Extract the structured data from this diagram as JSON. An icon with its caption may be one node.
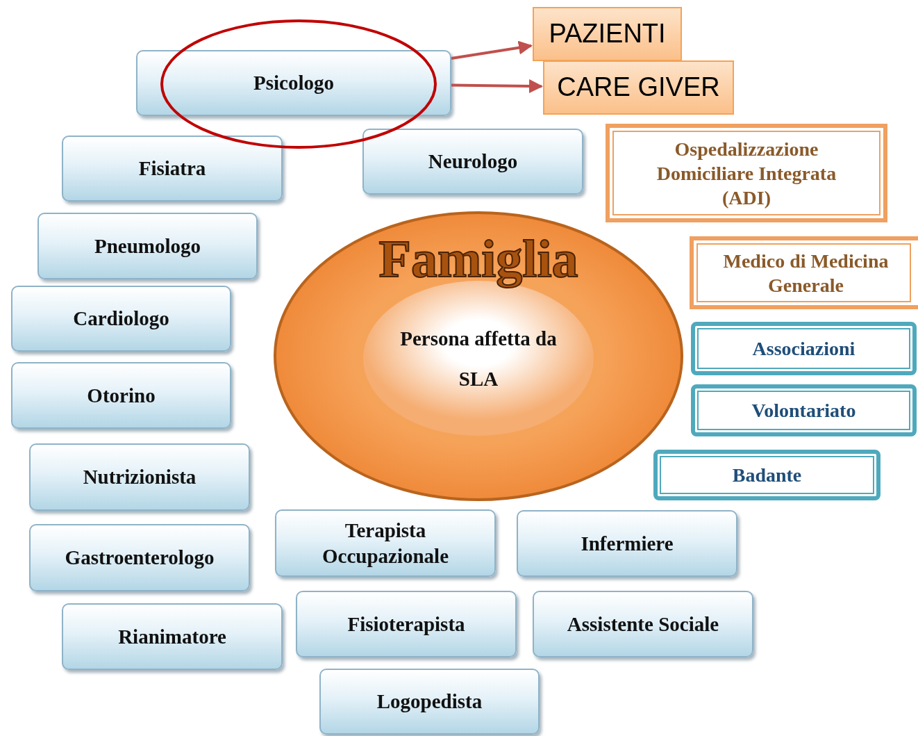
{
  "diagram": {
    "nodes": [
      {
        "text": [
          "Psicologo"
        ]
      },
      {
        "text": [
          "PAZIENTI"
        ]
      },
      {
        "text": [
          "CARE GIVER"
        ]
      },
      {
        "text": [
          "Fisiatra"
        ]
      },
      {
        "text": [
          "Neurologo"
        ]
      },
      {
        "text": [
          "Ospedalizzazione Domiciliare Integrata (ADI)"
        ]
      },
      {
        "text": [
          "Pneumologo"
        ]
      },
      {
        "text": [
          "Famiglia"
        ]
      },
      {
        "text": [
          "Persona affetta da SLA"
        ],
        "in": 7
      },
      {
        "text": [
          "Medico di Medicina Generale"
        ]
      },
      {
        "text": [
          "Cardiologo"
        ]
      },
      {
        "text": [
          "Associazioni"
        ]
      },
      {
        "text": [
          "Otorino"
        ]
      },
      {
        "text": [
          "Volontariato"
        ]
      },
      {
        "text": [
          "Nutrizionista"
        ]
      },
      {
        "text": [
          "Badante"
        ]
      },
      {
        "text": [
          "Gastroenterologo"
        ]
      },
      {
        "text": [
          "Terapista Occupazionale"
        ]
      },
      {
        "text": [
          "Infermiere"
        ]
      },
      {
        "text": [
          "Rianimatore"
        ]
      },
      {
        "text": [
          "Fisioterapista"
        ]
      },
      {
        "text": [
          "Assistente Sociale"
        ]
      },
      {
        "text": [
          "Logopedista"
        ]
      }
    ],
    "edges": [
      {
        "from": 0,
        "to": 1,
        "arrow": "to"
      },
      {
        "from": 0,
        "to": 2,
        "arrow": "to"
      }
    ]
  }
}
